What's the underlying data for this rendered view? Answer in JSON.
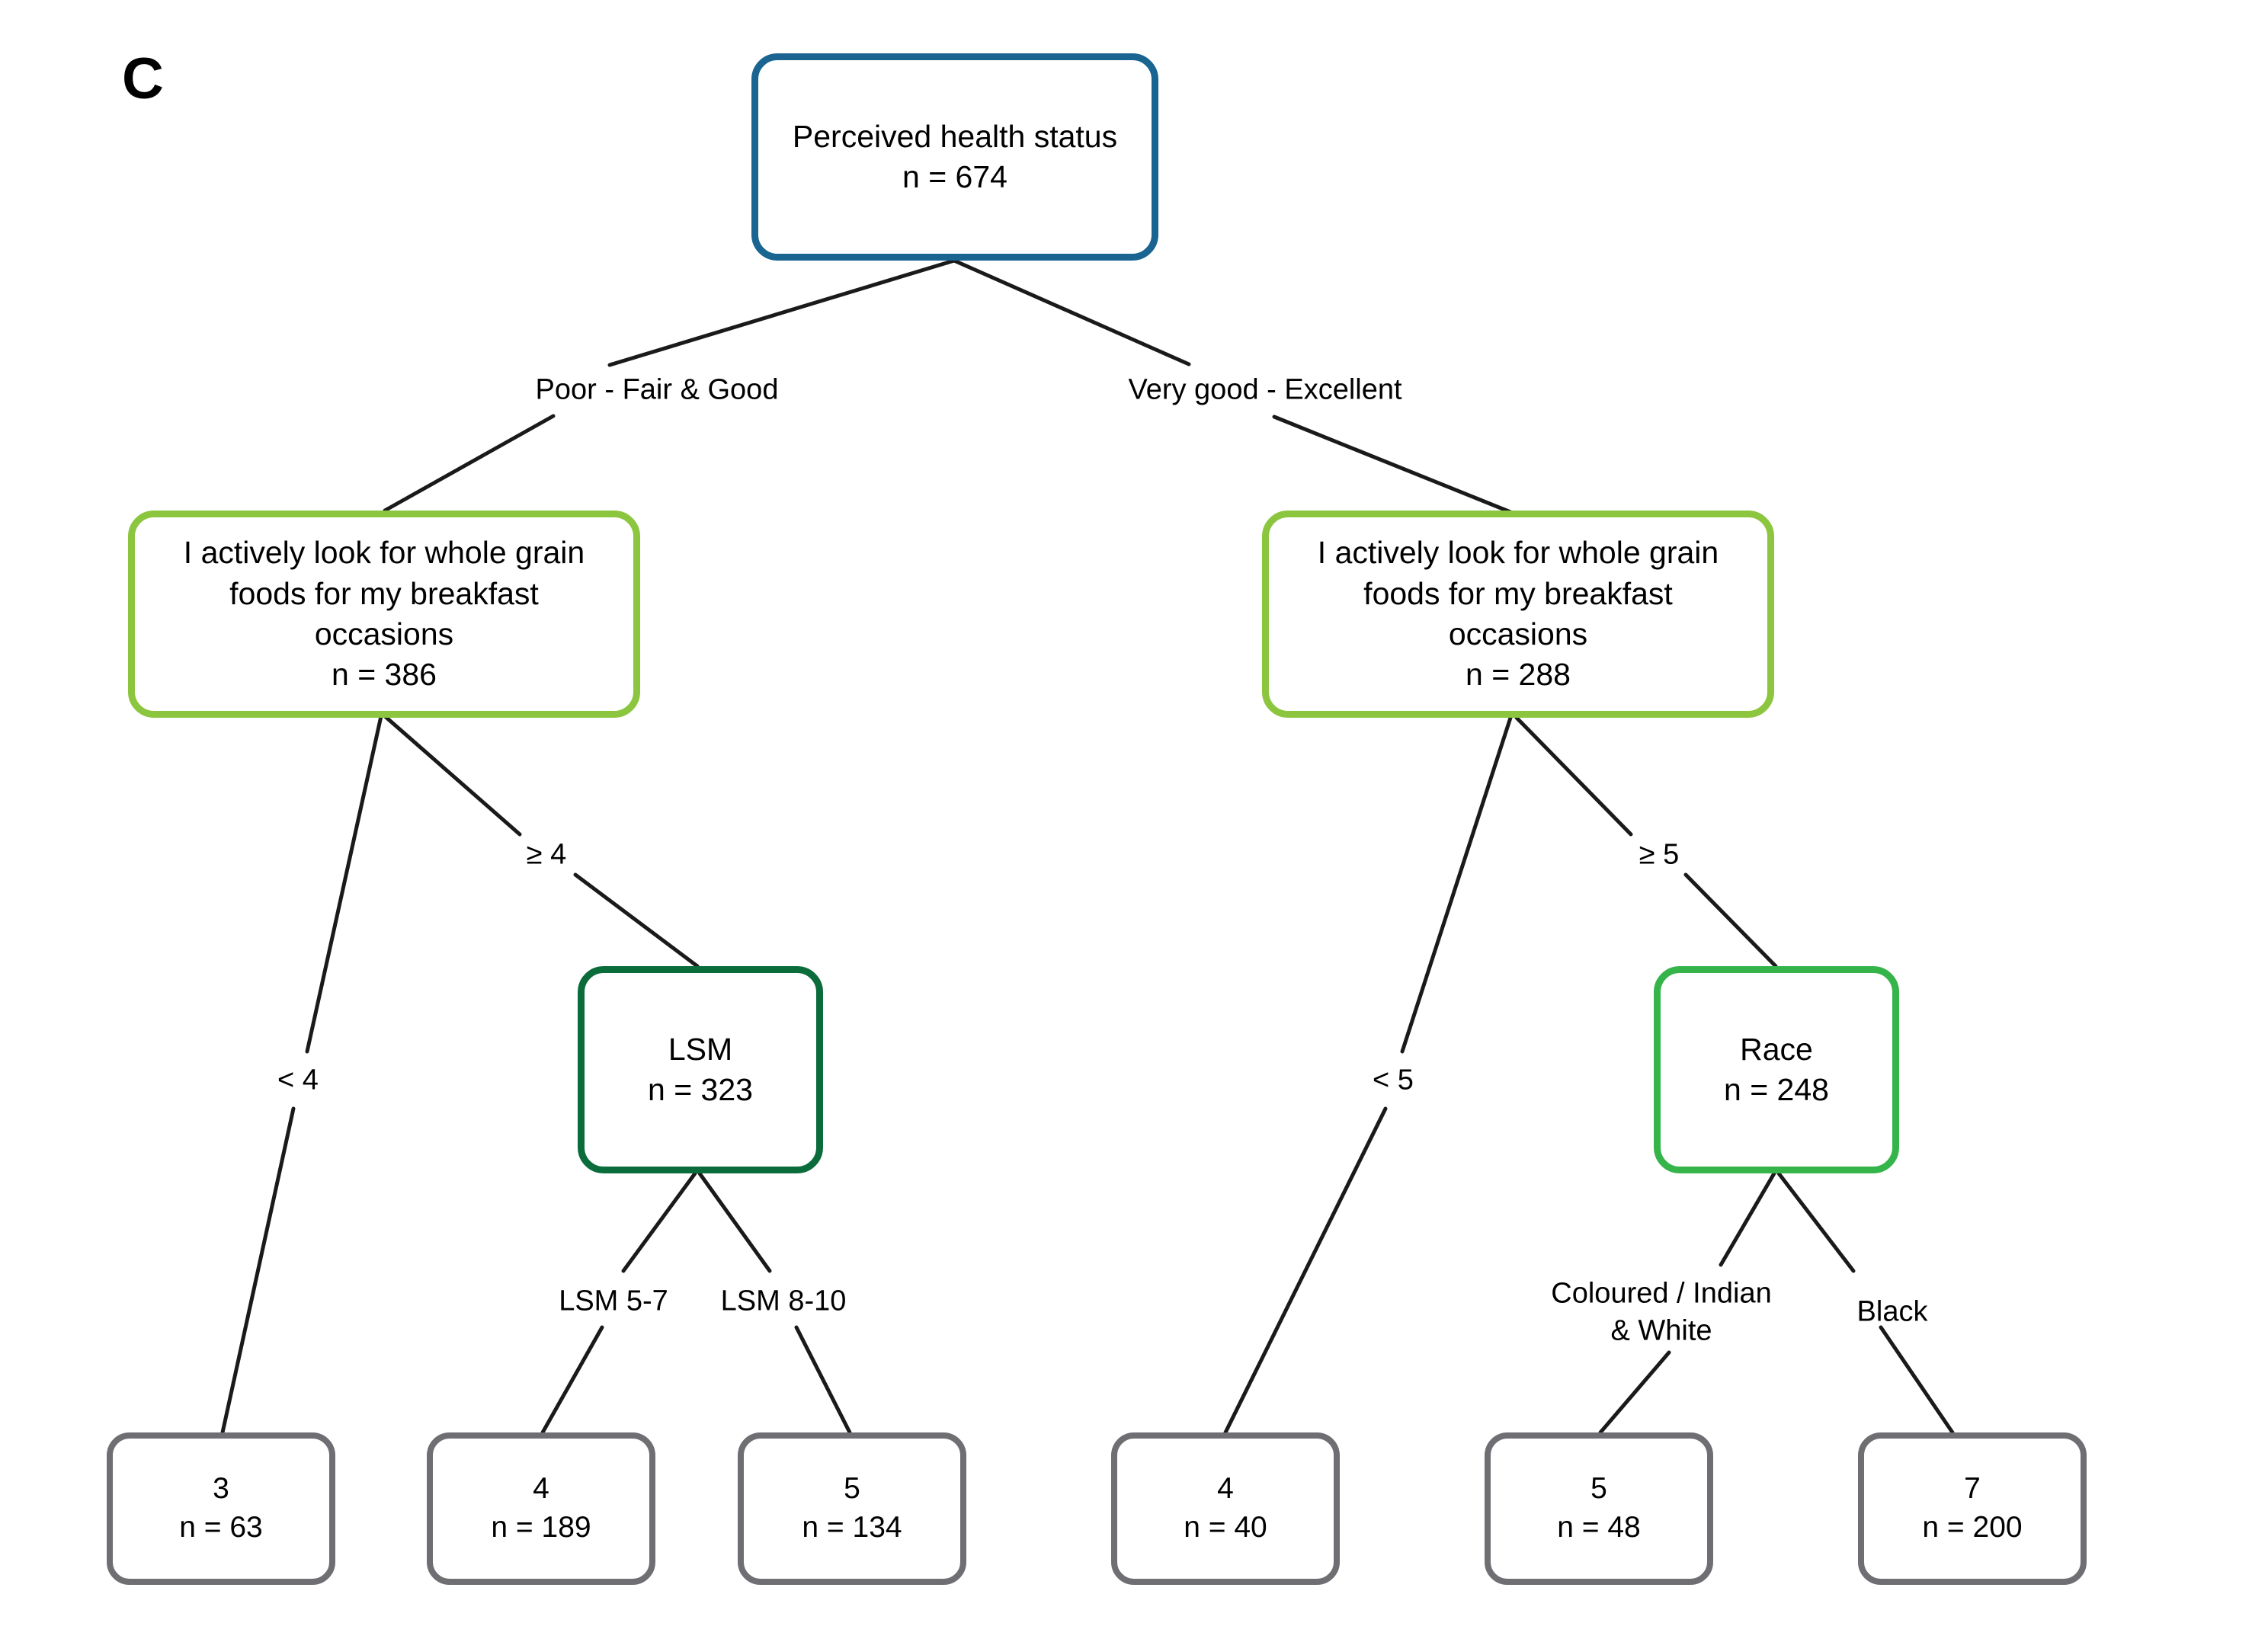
{
  "figure": {
    "panel_label": "C",
    "type": "decision-tree"
  },
  "colors": {
    "root_border": "#1a6492",
    "split_light_green_border": "#8cc63e",
    "split_dark_green_border": "#0a6b3b",
    "split_green_border": "#35b44a",
    "leaf_border": "#6f6f73",
    "edge_stroke": "#1a1a1a",
    "text": "#000000",
    "background": "#ffffff"
  },
  "chart_data": {
    "type": "tree",
    "title": "Perceived health status decision tree",
    "root_n": 674,
    "nodes": [
      {
        "id": "root",
        "label": "Perceived health status",
        "n": 674,
        "kind": "split",
        "style": "root"
      },
      {
        "id": "wg_left",
        "label": "I actively look for whole grain foods for my breakfast occasions",
        "n": 386,
        "kind": "split",
        "style": "light-green"
      },
      {
        "id": "wg_right",
        "label": "I actively look for whole grain foods for my breakfast occasions",
        "n": 288,
        "kind": "split",
        "style": "light-green"
      },
      {
        "id": "lsm",
        "label": "LSM",
        "n": 323,
        "kind": "split",
        "style": "dark-green"
      },
      {
        "id": "race",
        "label": "Race",
        "n": 248,
        "kind": "split",
        "style": "green"
      },
      {
        "id": "leaf3_63",
        "label": "3",
        "n": 63,
        "kind": "leaf",
        "style": "gray"
      },
      {
        "id": "leaf4_189",
        "label": "4",
        "n": 189,
        "kind": "leaf",
        "style": "gray"
      },
      {
        "id": "leaf5_134",
        "label": "5",
        "n": 134,
        "kind": "leaf",
        "style": "gray"
      },
      {
        "id": "leaf4_40",
        "label": "4",
        "n": 40,
        "kind": "leaf",
        "style": "gray"
      },
      {
        "id": "leaf5_48",
        "label": "5",
        "n": 48,
        "kind": "leaf",
        "style": "gray"
      },
      {
        "id": "leaf7_200",
        "label": "7",
        "n": 200,
        "kind": "leaf",
        "style": "gray"
      }
    ],
    "edges": [
      {
        "from": "root",
        "to": "wg_left",
        "label": "Poor - Fair & Good"
      },
      {
        "from": "root",
        "to": "wg_right",
        "label": "Very good - Excellent"
      },
      {
        "from": "wg_left",
        "to": "leaf3_63",
        "label": "< 4"
      },
      {
        "from": "wg_left",
        "to": "lsm",
        "label": "≥ 4"
      },
      {
        "from": "lsm",
        "to": "leaf4_189",
        "label": "LSM 5-7"
      },
      {
        "from": "lsm",
        "to": "leaf5_134",
        "label": "LSM 8-10"
      },
      {
        "from": "wg_right",
        "to": "leaf4_40",
        "label": "< 5"
      },
      {
        "from": "wg_right",
        "to": "race",
        "label": "≥ 5"
      },
      {
        "from": "race",
        "to": "leaf5_48",
        "label": "Coloured / Indian\n& White"
      },
      {
        "from": "race",
        "to": "leaf7_200",
        "label": "Black"
      }
    ]
  },
  "nodes": {
    "root": {
      "text": "Perceived health status\nn = 674"
    },
    "wg_left": {
      "text": "I actively look for whole grain\nfoods for my breakfast\noccasions\nn = 386"
    },
    "wg_right": {
      "text": "I actively look for whole grain\nfoods for my breakfast\noccasions\nn = 288"
    },
    "lsm": {
      "text": "LSM\nn = 323"
    },
    "race": {
      "text": "Race\nn = 248"
    },
    "leaf3_63": {
      "text": "3\nn = 63"
    },
    "leaf4_189": {
      "text": "4\nn = 189"
    },
    "leaf5_134": {
      "text": "5\nn = 134"
    },
    "leaf4_40": {
      "text": "4\nn = 40"
    },
    "leaf5_48": {
      "text": "5\nn = 48"
    },
    "leaf7_200": {
      "text": "7\nn = 200"
    }
  },
  "edge_labels": {
    "root_left": "Poor - Fair & Good",
    "root_right": "Very good - Excellent",
    "wgleft_lt4": "< 4",
    "wgleft_ge4": "≥ 4",
    "lsm_57": "LSM 5-7",
    "lsm_810": "LSM 8-10",
    "wgright_lt5": "< 5",
    "wgright_ge5": "≥ 5",
    "race_coloured": "Coloured / Indian\n& White",
    "race_black": "Black"
  }
}
